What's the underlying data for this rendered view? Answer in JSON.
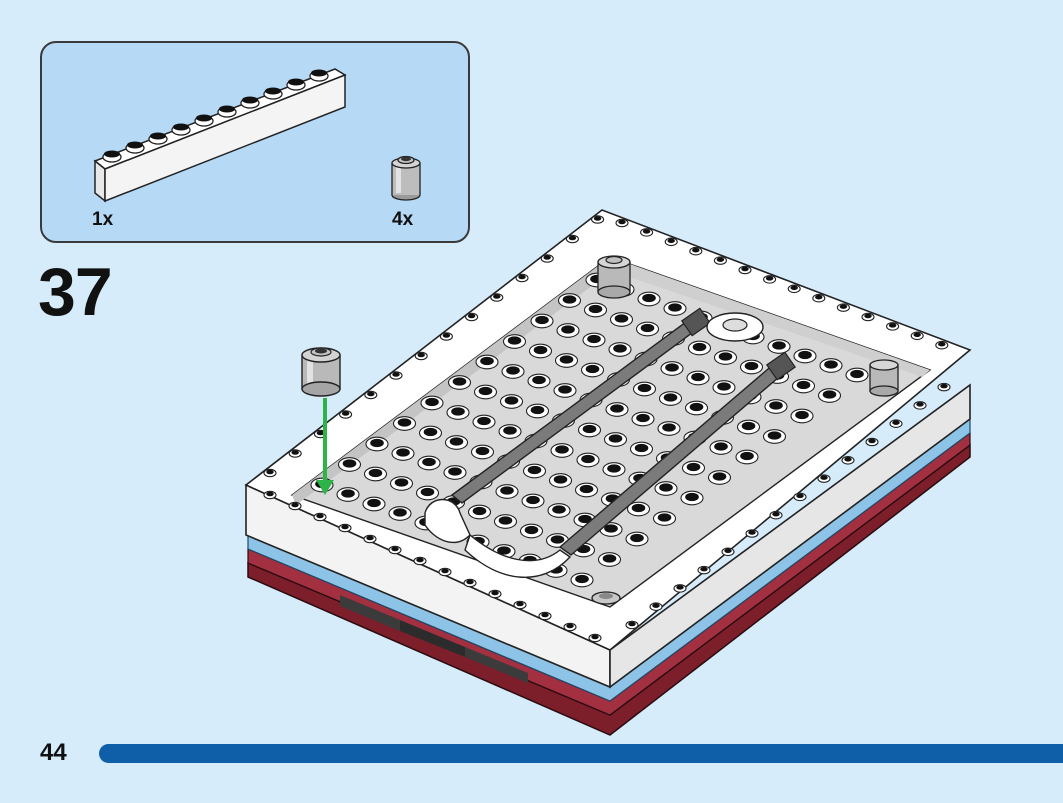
{
  "parts_callout": {
    "items": [
      {
        "part": "white-1x10-brick",
        "quantity": "1x"
      },
      {
        "part": "gray-round-1x1-brick",
        "quantity": "4x"
      }
    ]
  },
  "step": {
    "number": "37"
  },
  "page": {
    "number": "44",
    "progress_fraction": 1.0
  },
  "colors": {
    "background": "#d6ecfb",
    "callout_fill": "#b6d9f6",
    "progress_bar": "#0f5fa8",
    "arrow": "#2eb24a",
    "base_dark_red": "#7d1e2b",
    "base_light_blue": "#8cc3e6",
    "brick_white": "#ffffff",
    "brick_gray": "#b9b9b9"
  }
}
